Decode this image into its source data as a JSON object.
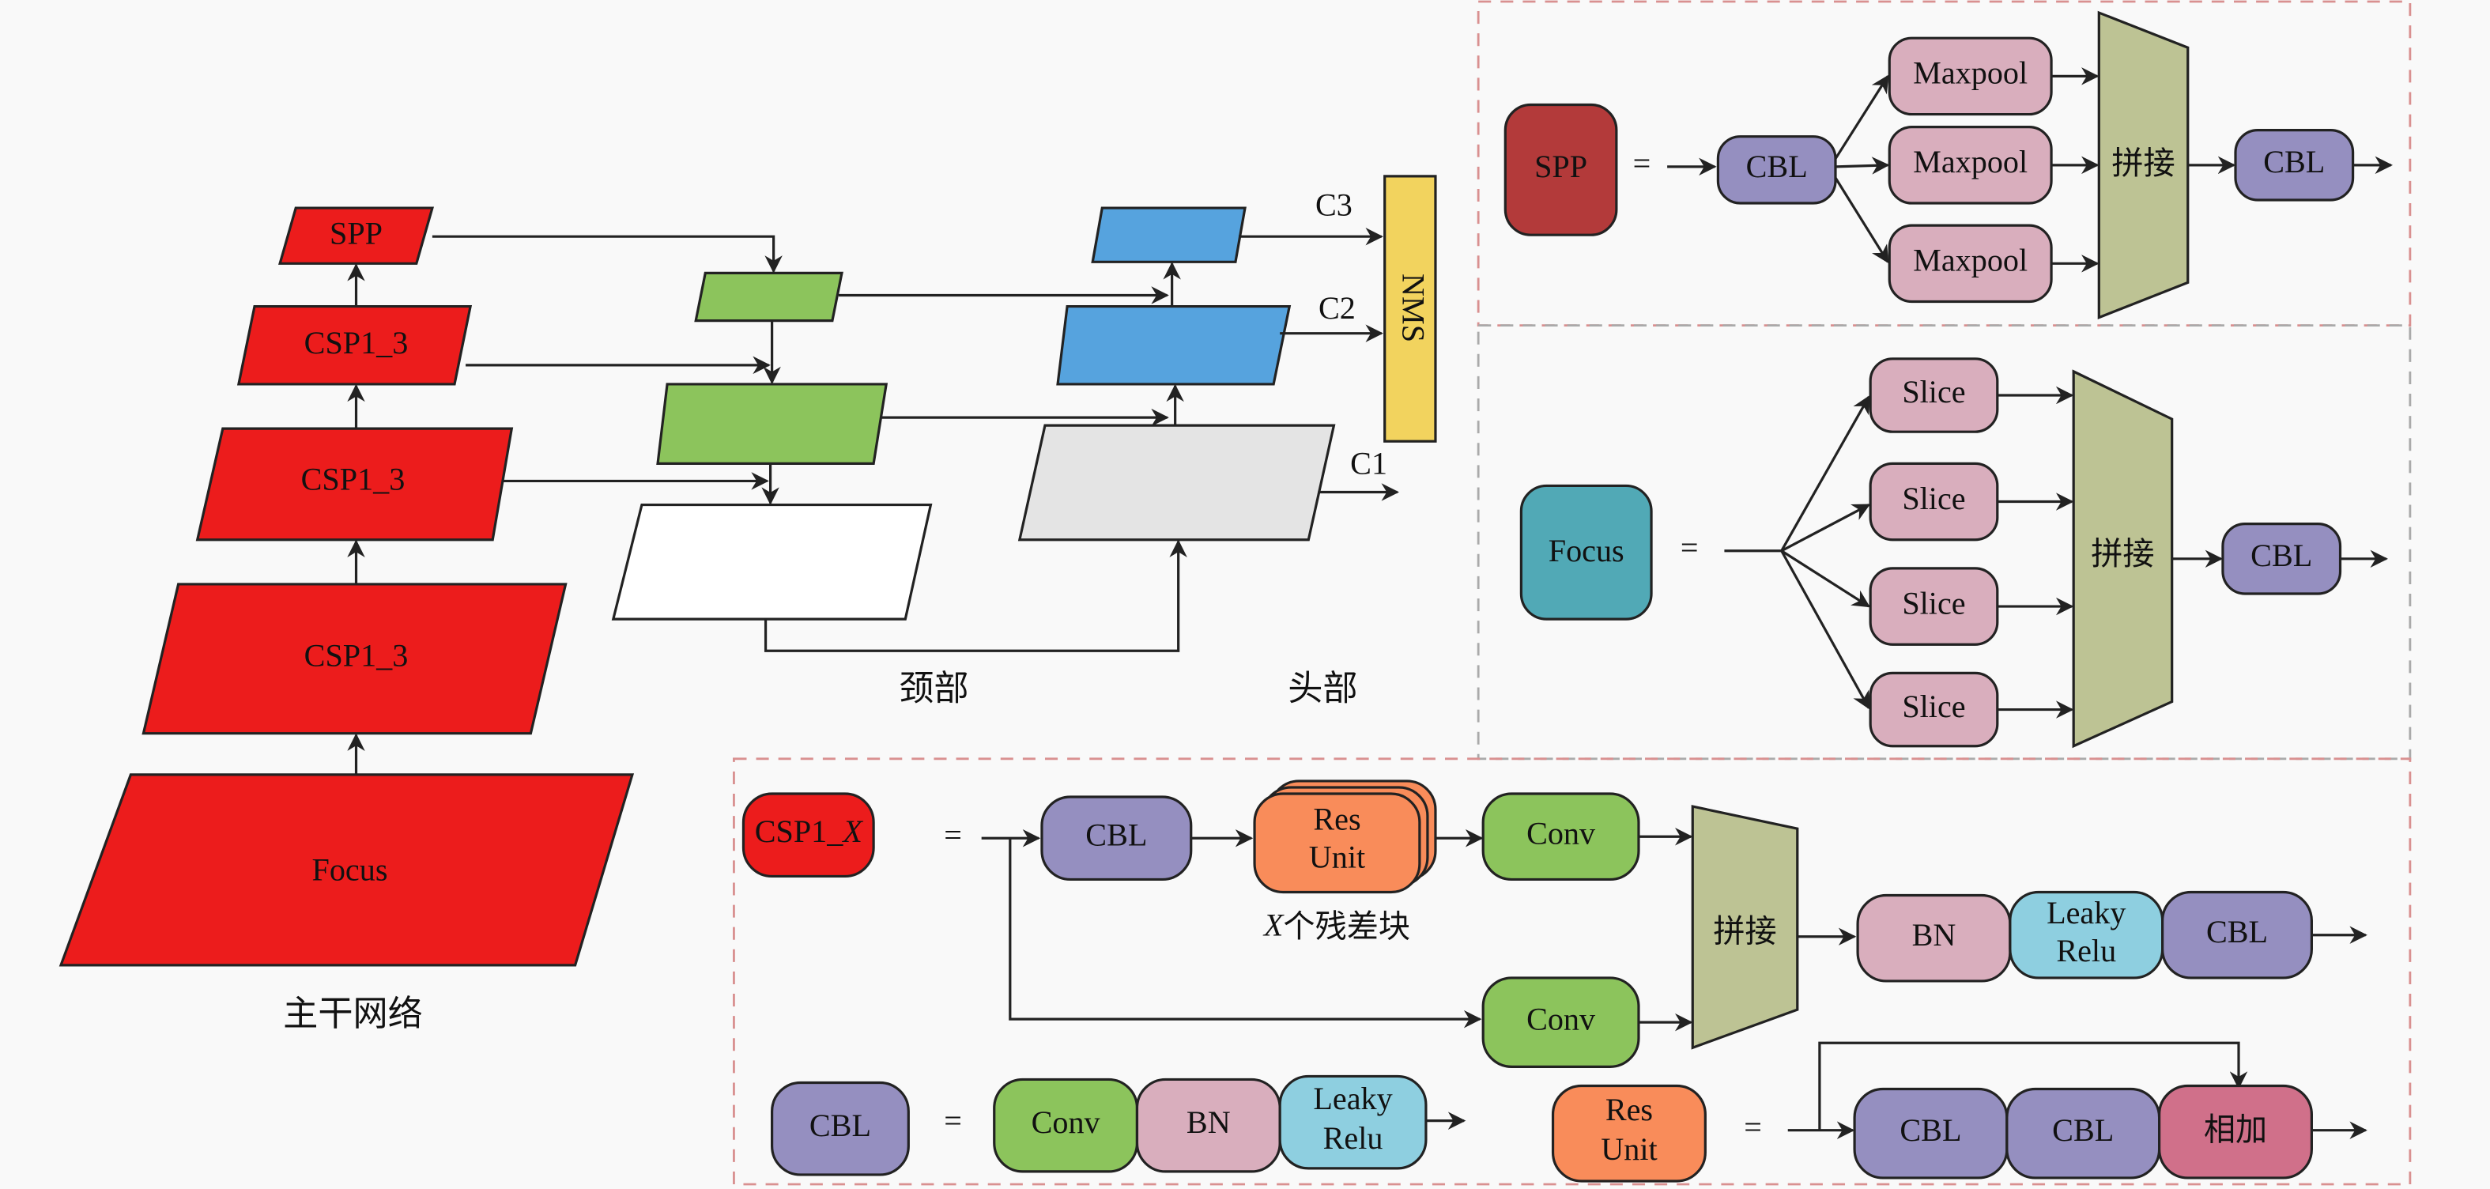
{
  "colors": {
    "backbone_red": "#ec1c1c",
    "neck_green": "#8cc45c",
    "head_blue": "#56a3de",
    "head_gray": "#e4e4e4",
    "nms_yellow": "#f2d35e",
    "spp_red": "#b33a3a",
    "focus_teal": "#51a9b6",
    "cbl_purple": "#958fc0",
    "maxpool_pink": "#d9aebd",
    "concat_olive": "#bdc394",
    "res_orange": "#f98c5a",
    "leaky_blue": "#8ecfe0",
    "add_rose": "#d0708a"
  },
  "backbone": {
    "title": "主干网络",
    "blocks": [
      "SPP",
      "CSP1_3",
      "CSP1_3",
      "CSP1_3",
      "Focus"
    ]
  },
  "neck": {
    "title": "颈部"
  },
  "head": {
    "title": "头部",
    "outputs": [
      "C3",
      "C2",
      "C1"
    ],
    "nms": "NMS"
  },
  "spp_def": {
    "name": "SPP",
    "eq": "=",
    "cbl_in": "CBL",
    "maxpool": [
      "Maxpool",
      "Maxpool",
      "Maxpool"
    ],
    "concat": "拼接",
    "cbl_out": "CBL"
  },
  "focus_def": {
    "name": "Focus",
    "eq": "=",
    "slices": [
      "Slice",
      "Slice",
      "Slice",
      "Slice"
    ],
    "concat": "拼接",
    "cbl": "CBL"
  },
  "csp_def": {
    "name_prefix": "CSP1_",
    "name_var": "X",
    "eq": "=",
    "cbl": "CBL",
    "res_unit": [
      "Res",
      "Unit"
    ],
    "conv_top": "Conv",
    "conv_bottom": "Conv",
    "res_caption_var": "X",
    "res_caption": "个残差块",
    "concat": "拼接",
    "bn": "BN",
    "leaky": [
      "Leaky",
      "Relu"
    ],
    "cbl_out": "CBL"
  },
  "cbl_def": {
    "name": "CBL",
    "eq": "=",
    "conv": "Conv",
    "bn": "BN",
    "leaky": [
      "Leaky",
      "Relu"
    ]
  },
  "resunit_def": {
    "name": [
      "Res",
      "Unit"
    ],
    "eq": "=",
    "cbl1": "CBL",
    "cbl2": "CBL",
    "add": "相加"
  }
}
